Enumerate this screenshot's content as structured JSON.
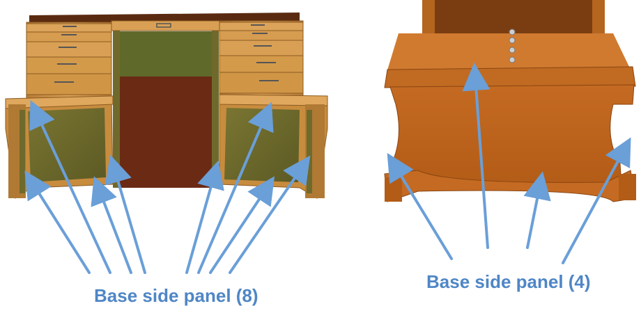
{
  "captions": {
    "left": "Base side panel (8)",
    "right": "Base side panel (4)"
  },
  "colors": {
    "callout": "#6a9fd8",
    "caption": "#4f86c6",
    "desk_wood": "#d39a4a",
    "desk_panel": "#6d6a2c",
    "chest_wood": "#c96a1e"
  },
  "illustrations": {
    "left": "desk",
    "right": "chest"
  }
}
